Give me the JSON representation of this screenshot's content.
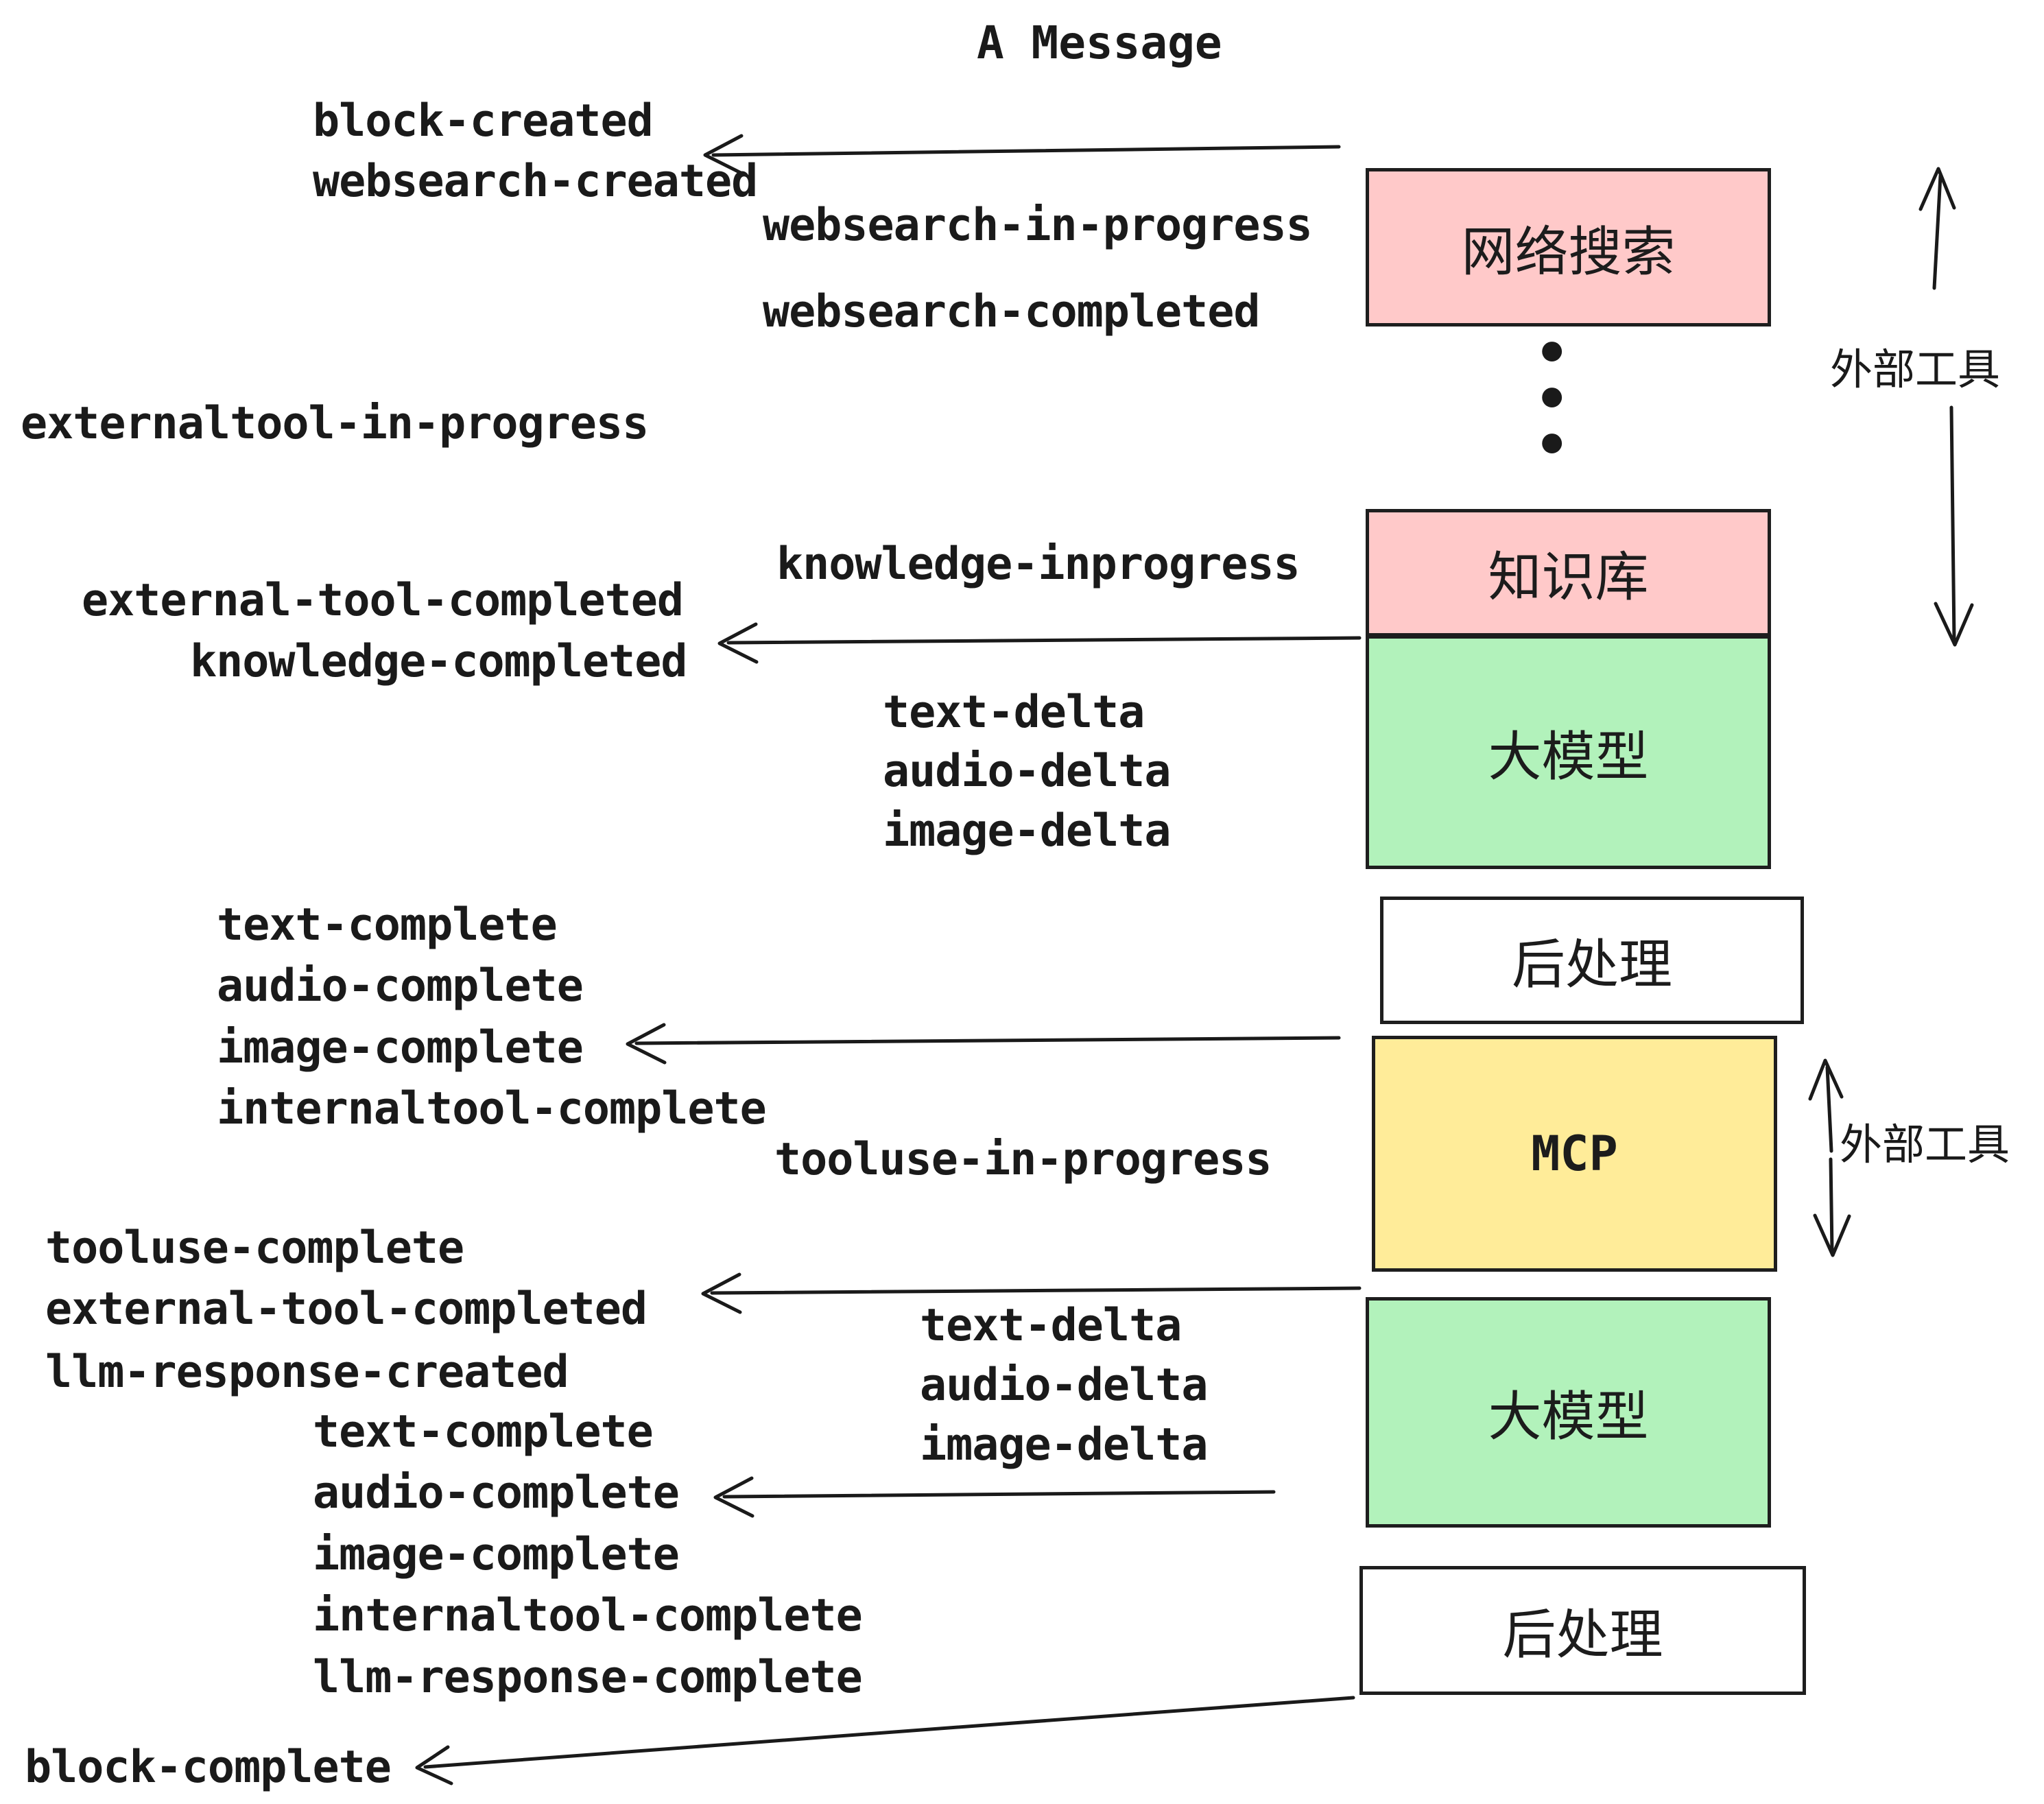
{
  "title": "A Message",
  "colors": {
    "ink": "#1a1a1a",
    "pink": "#ffc9c9",
    "green": "#b2f2bb",
    "yellow": "#ffec99",
    "white": "#ffffff"
  },
  "boxes": [
    {
      "id": "websearch",
      "label": "网络搜索",
      "fill": "#ffc9c9"
    },
    {
      "id": "knowledge",
      "label": "知识库",
      "fill": "#ffc9c9"
    },
    {
      "id": "llm-1",
      "label": "大模型",
      "fill": "#b2f2bb"
    },
    {
      "id": "post-1",
      "label": "后处理",
      "fill": "#ffffff"
    },
    {
      "id": "mcp",
      "label": "MCP",
      "fill": "#ffec99"
    },
    {
      "id": "llm-2",
      "label": "大模型",
      "fill": "#b2f2bb"
    },
    {
      "id": "post-2",
      "label": "后处理",
      "fill": "#ffffff"
    }
  ],
  "side_annotations": [
    {
      "label": "外部工具"
    },
    {
      "label": "外部工具"
    }
  ],
  "ellipsis_dots": [
    "•",
    "•",
    "•"
  ],
  "events": [
    "block-created",
    "websearch-created",
    "websearch-in-progress",
    "websearch-completed",
    "externaltool-in-progress",
    "knowledge-inprogress",
    "external-tool-completed",
    "knowledge-completed",
    "text-delta",
    "audio-delta",
    "image-delta",
    "text-complete",
    "audio-complete",
    "image-complete",
    "internaltool-complete",
    "tooluse-in-progress",
    "tooluse-complete",
    "external-tool-completed",
    "text-delta",
    "llm-response-created",
    "audio-delta",
    "text-complete",
    "image-delta",
    "audio-complete",
    "image-complete",
    "internaltool-complete",
    "llm-response-complete",
    "block-complete"
  ]
}
